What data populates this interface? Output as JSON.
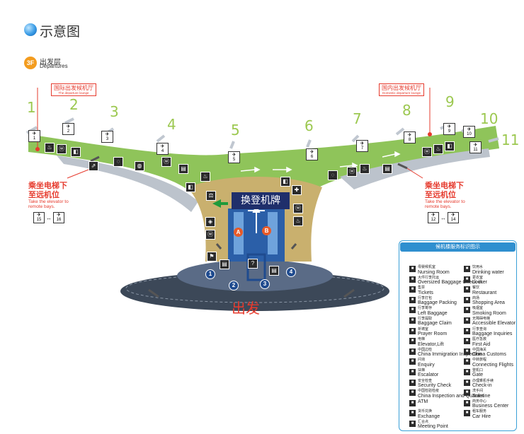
{
  "header": {
    "title": "示意图"
  },
  "floor": {
    "badge": "3F",
    "name_cn": "出发层",
    "name_en": "Departures"
  },
  "lounges": {
    "international": {
      "cn": "国际出发候机厅",
      "en": "The departure lounge"
    },
    "domestic": {
      "cn": "国内出发候机厅",
      "en": "Domestic departure lounge"
    }
  },
  "gates": [
    {
      "number": "1",
      "box": "1"
    },
    {
      "number": "2",
      "box": "2"
    },
    {
      "number": "3",
      "box": "3"
    },
    {
      "number": "4",
      "box": "4"
    },
    {
      "number": "5",
      "box": "5"
    },
    {
      "number": "6",
      "box": "6"
    },
    {
      "number": "7",
      "box": "7"
    },
    {
      "number": "8",
      "box": "8"
    },
    {
      "number": "9",
      "box": "9"
    },
    {
      "number": "10",
      "box": "10"
    },
    {
      "number": "11",
      "box": "11"
    }
  ],
  "elevator_note": {
    "cn_line1": "乘坐电梯下",
    "cn_line2": "至远机位",
    "en_line1": "Take the elevator to",
    "en_line2": "remote bays."
  },
  "remote_bays": {
    "left": [
      "15",
      "16"
    ],
    "right": [
      "12",
      "14"
    ]
  },
  "checkin": {
    "banner": "换登机牌",
    "zone_a": "A",
    "zone_b": "B"
  },
  "doors": [
    "1",
    "2",
    "3",
    "4"
  ],
  "departure_label": "出发",
  "legend": {
    "title": "候机楼服务标识图示",
    "left": [
      {
        "cn": "母婴候机室",
        "en": "Nursing Room",
        "icon": "nursing-icon"
      },
      {
        "cn": "大件行李托运",
        "en": "Oversized Baggage Check-in",
        "icon": "oversized-baggage-icon"
      },
      {
        "cn": "售票",
        "en": "Tickets",
        "icon": "tickets-icon"
      },
      {
        "cn": "行李打包",
        "en": "Baggage Packing",
        "icon": "baggage-packing-icon"
      },
      {
        "cn": "行李寄存",
        "en": "Left Baggage",
        "icon": "left-baggage-icon"
      },
      {
        "cn": "行李提取",
        "en": "Baggage Claim",
        "icon": "baggage-claim-icon"
      },
      {
        "cn": "祈祷室",
        "en": "Prayer Room",
        "icon": "prayer-room-icon"
      },
      {
        "cn": "电梯",
        "en": "Elevator,Lift",
        "icon": "elevator-icon"
      },
      {
        "cn": "中国边检",
        "en": "China Immigration Inspection",
        "icon": "immigration-icon"
      },
      {
        "cn": "问询",
        "en": "Enquiry",
        "icon": "enquiry-icon"
      },
      {
        "cn": "扶梯",
        "en": "Escalator",
        "icon": "escalator-icon"
      },
      {
        "cn": "安全检查",
        "en": "Security Check",
        "icon": "security-check-icon"
      },
      {
        "cn": "中国检验检疫",
        "en": "China Inspection and Quarantine",
        "icon": "quarantine-icon"
      },
      {
        "cn": "",
        "en": "ATM",
        "icon": "atm-icon"
      },
      {
        "cn": "货币兑换",
        "en": "Exchange",
        "icon": "exchange-icon"
      },
      {
        "cn": "汇合点",
        "en": "Meeting Point",
        "icon": "meeting-point-icon"
      }
    ],
    "right": [
      {
        "cn": "饮用水",
        "en": "Drinking water",
        "icon": "drinking-water-icon"
      },
      {
        "cn": "更衣室",
        "en": "Locker",
        "icon": "locker-icon"
      },
      {
        "cn": "餐饮",
        "en": "Restaurant",
        "icon": "restaurant-icon"
      },
      {
        "cn": "商场",
        "en": "Shopping Area",
        "icon": "shopping-icon"
      },
      {
        "cn": "吸烟室",
        "en": "Smoking Room",
        "icon": "smoking-icon"
      },
      {
        "cn": "无障碍电梯",
        "en": "Accessible Elevator",
        "icon": "accessible-elevator-icon"
      },
      {
        "cn": "行李查询",
        "en": "Baggage Inquiries",
        "icon": "baggage-inquiries-icon"
      },
      {
        "cn": "医疗急救",
        "en": "First Aid",
        "icon": "first-aid-icon"
      },
      {
        "cn": "中国海关",
        "en": "China Customs",
        "icon": "customs-icon"
      },
      {
        "cn": "中转旅程",
        "en": "Connecting Flights",
        "icon": "connecting-flights-icon"
      },
      {
        "cn": "登机口",
        "en": "Gate",
        "icon": "gate-icon"
      },
      {
        "cn": "办理乘机手续",
        "en": "Check-in",
        "icon": "check-in-icon"
      },
      {
        "cn": "洗手间",
        "en": "Toilet",
        "icon": "toilet-icon"
      },
      {
        "cn": "商务中心",
        "en": "Business Center",
        "icon": "business-center-icon"
      },
      {
        "cn": "租车服务",
        "en": "Car Hire",
        "icon": "car-hire-icon"
      }
    ]
  }
}
